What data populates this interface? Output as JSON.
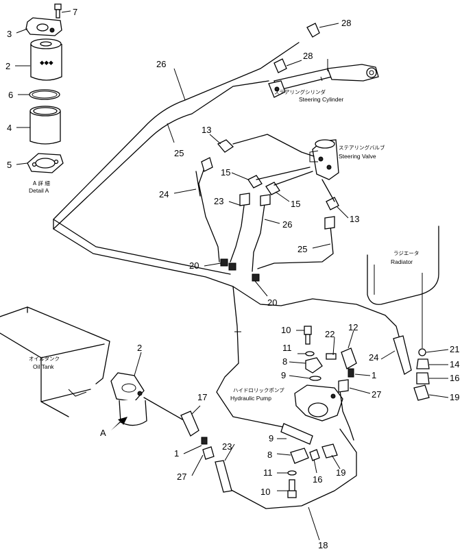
{
  "labels": {
    "detail_jp": "A 詳 細",
    "detail_en": "Detail A",
    "steering_cylinder_jp": "ステアリングシリンダ",
    "steering_cylinder_en": "Steering Cylinder",
    "steering_valve_jp": "ステアリングバルブ",
    "steering_valve_en": "Steering Valve",
    "radiator_jp": "ラジエータ",
    "radiator_en": "Radiator",
    "oil_tank_jp": "オイルタンク",
    "oil_tank_en": "Oil Tank",
    "hydraulic_pump_jp": "ハイドロリックポンプ",
    "hydraulic_pump_en": "Hydraulic Pump",
    "view_arrow": "A"
  },
  "callouts": {
    "c7": "7",
    "c3": "3",
    "c2a": "2",
    "c6": "6",
    "c4": "4",
    "c5": "5",
    "c28a": "28",
    "c28b": "28",
    "c26a": "26",
    "c25a": "25",
    "c13a": "13",
    "c24a": "24",
    "c15a": "15",
    "c15b": "15",
    "c23a": "23",
    "c26b": "26",
    "c13b": "13",
    "c25b": "25",
    "c20a": "20",
    "c20b": "20",
    "c10a": "10",
    "c22": "22",
    "c12": "12",
    "c11a": "11",
    "c8a": "8",
    "c9a": "9",
    "c1a": "1",
    "c27a": "27",
    "c24b": "24",
    "c21": "21",
    "c14": "14",
    "c16a": "16",
    "c19a": "19",
    "c2b": "2",
    "c17": "17",
    "c1b": "1",
    "c27b": "27",
    "c23b": "23",
    "c9b": "9",
    "c8b": "8",
    "c16b": "16",
    "c19b": "19",
    "c11b": "11",
    "c10b": "10",
    "c18": "18"
  }
}
